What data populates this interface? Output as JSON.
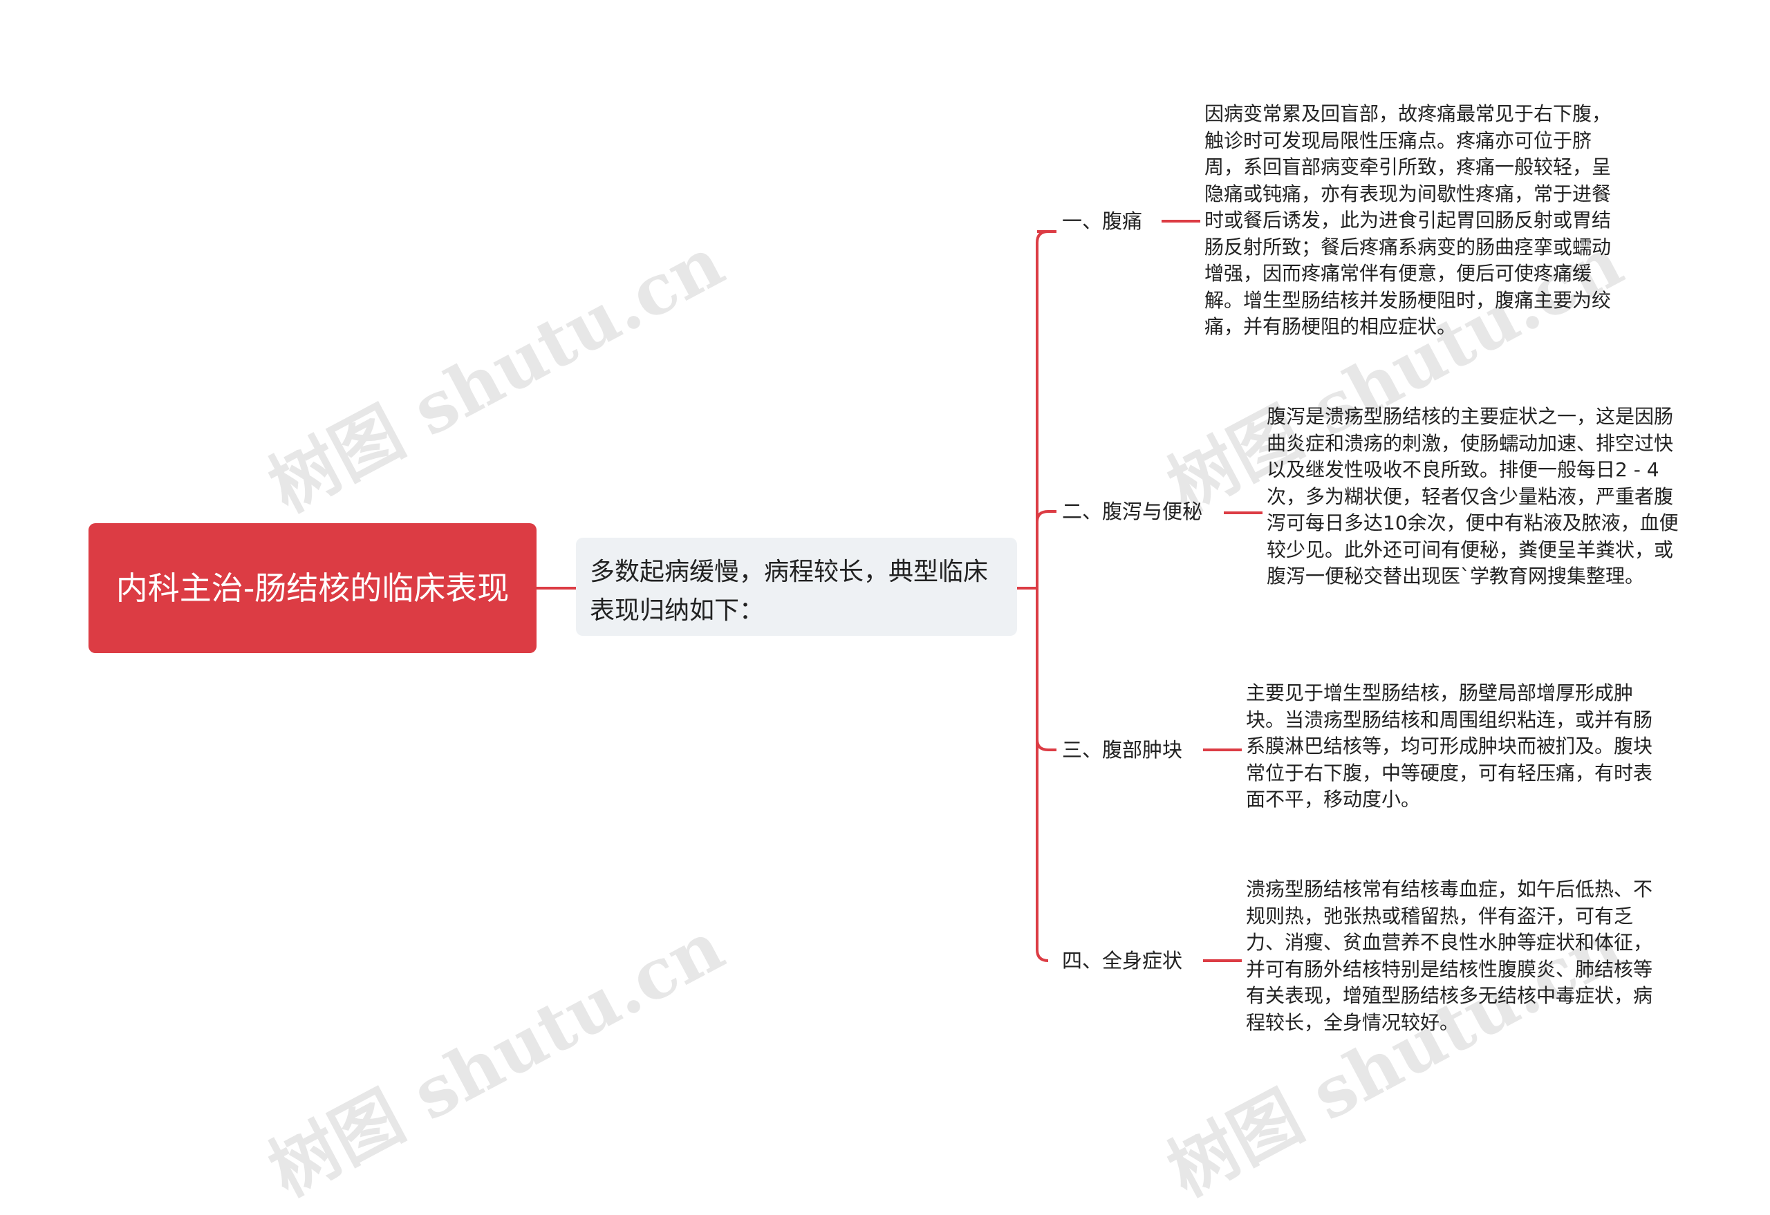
{
  "watermark": "树图 shutu.cn",
  "colors": {
    "root_bg": "#dc3c44",
    "line": "#dc3c44",
    "mid_bg": "#eef1f4"
  },
  "root": {
    "title": "内科主治-肠结核的临床表现"
  },
  "summary": {
    "text": "多数起病缓慢，病程较长，典型临床表现归纳如下："
  },
  "branches": [
    {
      "label": "一、腹痛",
      "detail": "因病变常累及回盲部，故疼痛最常见于右下腹，触诊时可发现局限性压痛点。疼痛亦可位于脐周，系回盲部病变牵引所致，疼痛一般较轻，呈隐痛或钝痛，亦有表现为间歇性疼痛，常于进餐时或餐后诱发，此为进食引起胃回肠反射或胃结肠反射所致；餐后疼痛系病变的肠曲痉挛或蠕动增强，因而疼痛常伴有便意，便后可使疼痛缓解。增生型肠结核并发肠梗阻时，腹痛主要为绞痛，并有肠梗阻的相应症状。"
    },
    {
      "label": "二、腹泻与便秘",
      "detail": "腹泻是溃疡型肠结核的主要症状之一，这是因肠曲炎症和溃疡的刺激，使肠蠕动加速、排空过快以及继发性吸收不良所致。排便一般每日2 - 4次，多为糊状便，轻者仅含少量粘液，严重者腹泻可每日多达10余次，便中有粘液及脓液，血便较少见。此外还可间有便秘，粪便呈羊粪状，或腹泻一便秘交替出现医`学教育网搜集整理。"
    },
    {
      "label": "三、腹部肿块",
      "detail": "主要见于增生型肠结核，肠壁局部增厚形成肿块。当溃疡型肠结核和周围组织粘连，或并有肠系膜淋巴结核等，均可形成肿块而被扪及。腹块常位于右下腹，中等硬度，可有轻压痛，有时表面不平，移动度小。"
    },
    {
      "label": "四、全身症状",
      "detail": "溃疡型肠结核常有结核毒血症，如午后低热、不规则热，弛张热或稽留热，伴有盗汗，可有乏力、消瘦、贫血营养不良性水肿等症状和体征，并可有肠外结核特别是结核性腹膜炎、肺结核等有关表现，增殖型肠结核多无结核中毒症状，病程较长，全身情况较好。"
    }
  ]
}
